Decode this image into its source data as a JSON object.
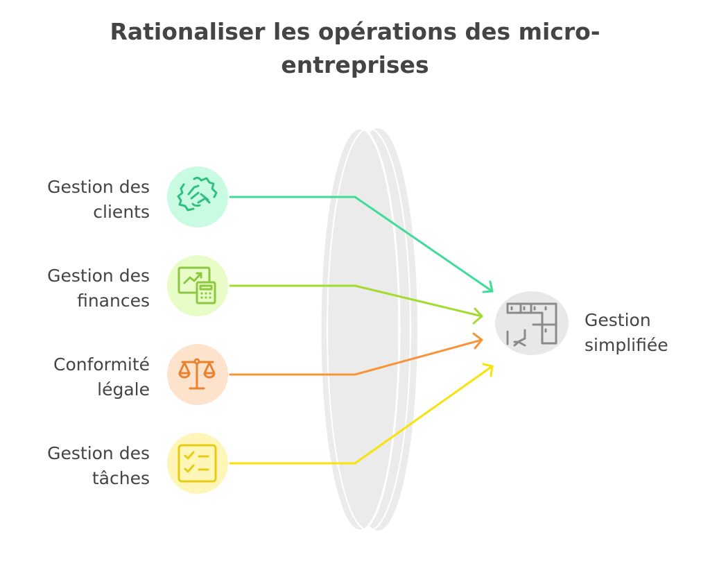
{
  "title_line1": "Rationaliser les opérations des micro-",
  "title_line2": "entreprises",
  "inputs": [
    {
      "line1": "Gestion des",
      "line2": "clients",
      "icon": "handshake-icon",
      "color": "#3ddc97",
      "bg": "#c8fbe2"
    },
    {
      "line1": "Gestion des",
      "line2": "finances",
      "icon": "chart-calculator-icon",
      "color": "#9ccd3a",
      "bg": "#e8fcc8"
    },
    {
      "line1": "Conformité",
      "line2": "légale",
      "icon": "scales-icon",
      "color": "#f7943a",
      "bg": "#fde2cc"
    },
    {
      "line1": "Gestion des",
      "line2": "tâches",
      "icon": "checklist-icon",
      "color": "#f5dc0a",
      "bg": "#fef6b8"
    }
  ],
  "output": {
    "line1": "Gestion",
    "line2": "simplifiée",
    "icon": "office-layout-icon",
    "color": "#8a8a8a",
    "bg": "#e8e8e8"
  }
}
